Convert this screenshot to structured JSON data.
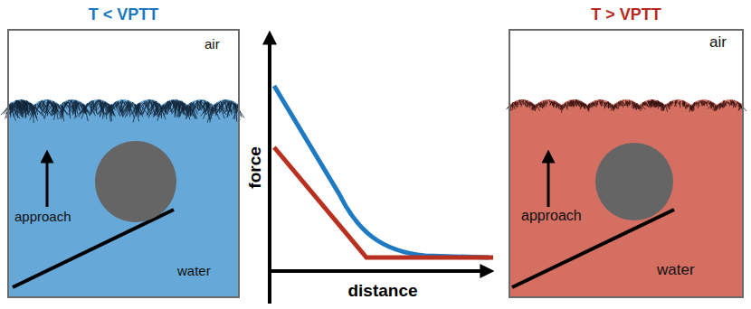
{
  "diagram": {
    "nodes": [
      {
        "text": [
          "T < VPTT",
          "air",
          "approach",
          "water"
        ]
      },
      {
        "text": [
          "T > VPTT",
          "air",
          "approach",
          "water"
        ]
      }
    ],
    "labels": [
      "force",
      "distance"
    ]
  }
}
